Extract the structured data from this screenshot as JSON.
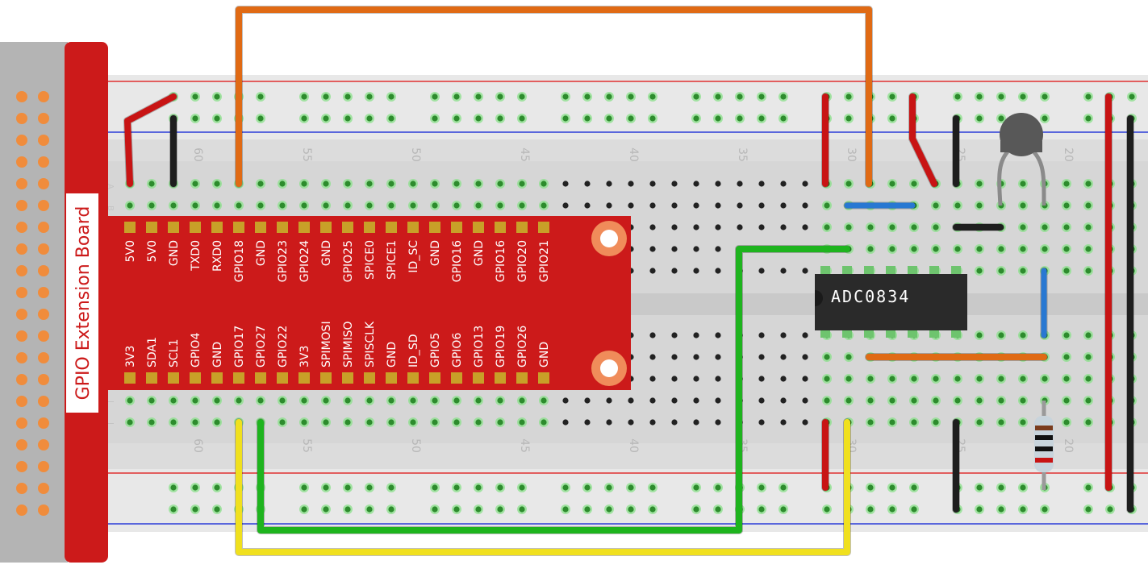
{
  "board": {
    "title": "GPIO Extension Board",
    "top_pins": [
      "5V0",
      "5V0",
      "GND",
      "TXD0",
      "RXD0",
      "GPIO18",
      "GND",
      "GPIO23",
      "GPIO24",
      "GND",
      "GPIO25",
      "SPICE0",
      "SPICE1",
      "ID_SC",
      "GND",
      "GPIO16",
      "GND",
      "GPIO16",
      "GPIO20",
      "GPIO21"
    ],
    "bottom_pins": [
      "3V3",
      "SDA1",
      "SCL1",
      "GPIO4",
      "GND",
      "GPIO17",
      "GPIO27",
      "GPIO22",
      "3V3",
      "SPIMOSI",
      "SPIMISO",
      "SPISCLK",
      "GND",
      "ID_SD",
      "GPIO5",
      "GPIO6",
      "GPIO13",
      "GPIO19",
      "GPIO26",
      "GND"
    ]
  },
  "breadboard": {
    "column_numbers": [
      "60",
      "55",
      "50",
      "45",
      "40",
      "35",
      "30",
      "25",
      "20"
    ],
    "row_letters_top": [
      "A",
      "B"
    ],
    "row_letters_bottom": [
      "I",
      "J"
    ]
  },
  "chip": {
    "label": "ADC0834"
  },
  "colors": {
    "board_red": "#cc1a1a",
    "pin_gold": "#c8a028",
    "wire_orange": "#e06a14",
    "wire_red": "#c81414",
    "wire_black": "#1e1e1e",
    "wire_yellow": "#f0e01e",
    "wire_green": "#1eb41e",
    "wire_blue": "#2878d2",
    "rail_red_line": "#e03030",
    "rail_blue_line": "#2a3cd8"
  }
}
